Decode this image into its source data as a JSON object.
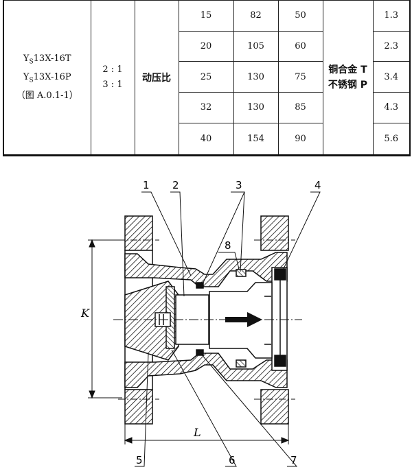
{
  "spec_table": {
    "models": [
      "Y",
      "S",
      "13X-16T",
      "Y",
      "S",
      "13X-16P",
      "（图 A.0.1-1）"
    ],
    "ratio_1": "2 : 1",
    "ratio_2": "3 : 1",
    "ratio_name": "动压比",
    "material_1": "铜合金 T",
    "material_2": "不锈钢 P",
    "rows": [
      {
        "dn": "15",
        "l": "82",
        "k": "50",
        "weight": "1.3"
      },
      {
        "dn": "20",
        "l": "105",
        "k": "60",
        "weight": "2.3"
      },
      {
        "dn": "25",
        "l": "130",
        "k": "75",
        "weight": "3.4"
      },
      {
        "dn": "32",
        "l": "130",
        "k": "85",
        "weight": "4.3"
      },
      {
        "dn": "40",
        "l": "154",
        "k": "90",
        "weight": "5.6"
      }
    ]
  },
  "drawing": {
    "part_labels": [
      "1",
      "2",
      "3",
      "4",
      "5",
      "6",
      "7",
      "8"
    ],
    "dim_k": "K",
    "dim_l": "L"
  }
}
